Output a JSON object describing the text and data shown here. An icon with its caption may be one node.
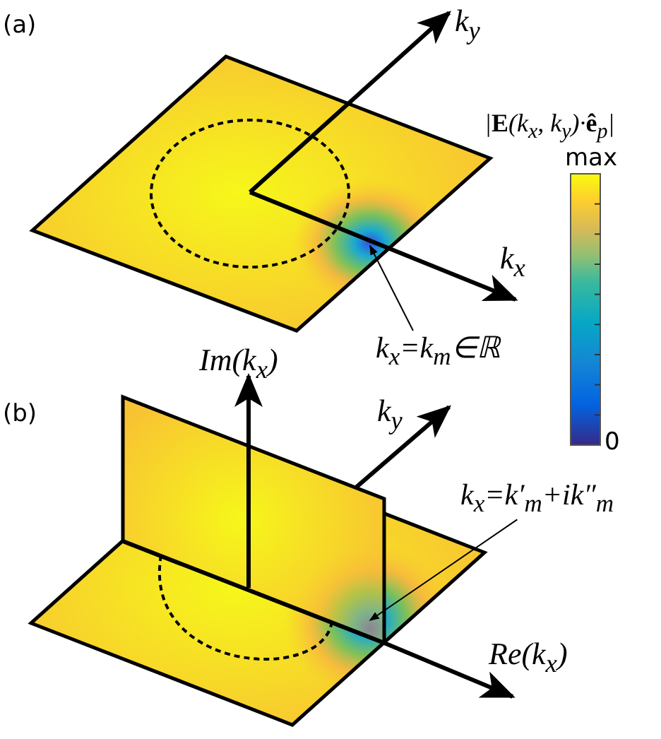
{
  "diagram": {
    "nodes": [
      {
        "text": [
          "k$_{x}$=k$_{m}$∈ℝ"
        ]
      },
      {
        "text": [
          "k$_{x}$=k′$_{m}$+ik″$_{m}$"
        ]
      }
    ],
    "edges": [
      {
        "from": 0,
        "to": null,
        "arrow": "to"
      },
      {
        "from": 1,
        "to": null,
        "arrow": "to"
      }
    ],
    "labels": [
      "(a)",
      "k$_{y}$",
      "|**E**(k$_{x}$, k$_{y}$)·**ê**$_{p}$|",
      "max",
      "k$_{x}$",
      "0",
      "(b)",
      "Im(k$_{x}$)",
      "k$_{y}$",
      "Re(k$_{x}$)"
    ]
  }
}
